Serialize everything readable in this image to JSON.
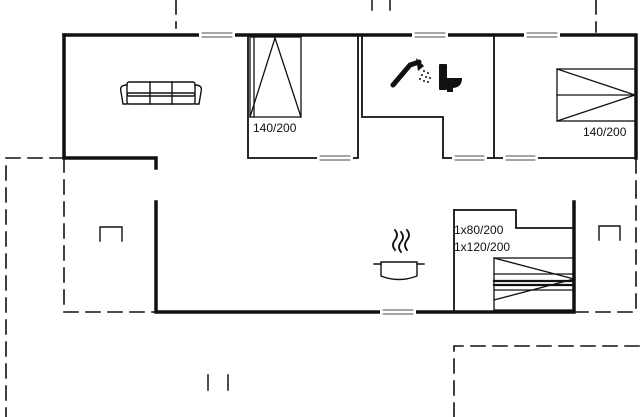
{
  "colors": {
    "wall": "#111111",
    "background": "#ffffff",
    "door_gap": "#ffffff"
  },
  "labels": {
    "bedroom1_bed": "140/200",
    "bedroom2_bed": "140/200",
    "bedroom3_bed_a": "1x80/200",
    "bedroom3_bed_b": "1x120/200"
  },
  "icons": [
    "sofa-icon",
    "shower-icon",
    "toilet-icon",
    "cooking-pot-icon",
    "bed-icon",
    "bunk-bed-icon",
    "fireplace-icon"
  ]
}
